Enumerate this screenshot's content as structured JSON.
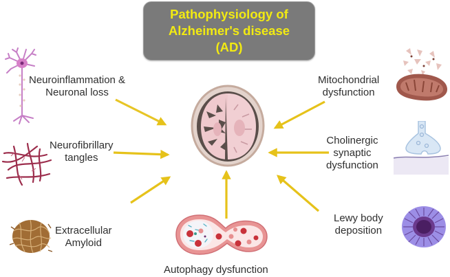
{
  "title": {
    "lines": [
      "Pathophysiology of",
      "Alzheimer's disease",
      "(AD)"
    ],
    "text_color": "#f2ea12",
    "box_color": "#7a7a7a"
  },
  "center": {
    "icon": "brain-section-icon"
  },
  "arrow_color": "#e6c21a",
  "factors": [
    {
      "id": "neuroinflammation",
      "lines": [
        "Neuroinflammation &",
        "Neuronal loss"
      ],
      "icon": "neuron-icon",
      "side": "left"
    },
    {
      "id": "neurofibrillary",
      "lines": [
        "Neurofibrillary",
        "tangles"
      ],
      "icon": "tangles-icon",
      "side": "left"
    },
    {
      "id": "amyloid",
      "lines": [
        "Extracellular",
        "Amyloid"
      ],
      "icon": "amyloid-fibrils-icon",
      "side": "left"
    },
    {
      "id": "autophagy",
      "lines": [
        "Autophagy dysfunction"
      ],
      "icon": "autophagosome-icon",
      "side": "bottom"
    },
    {
      "id": "mitochondrial",
      "lines": [
        "Mitochondrial",
        "dysfunction"
      ],
      "icon": "mitochondrion-icon",
      "side": "right"
    },
    {
      "id": "cholinergic",
      "lines": [
        "Cholinergic",
        "synaptic",
        "dysfunction"
      ],
      "icon": "synapse-icon",
      "side": "right"
    },
    {
      "id": "lewy",
      "lines": [
        "Lewy body",
        "deposition"
      ],
      "icon": "lewy-body-icon",
      "side": "right"
    }
  ]
}
